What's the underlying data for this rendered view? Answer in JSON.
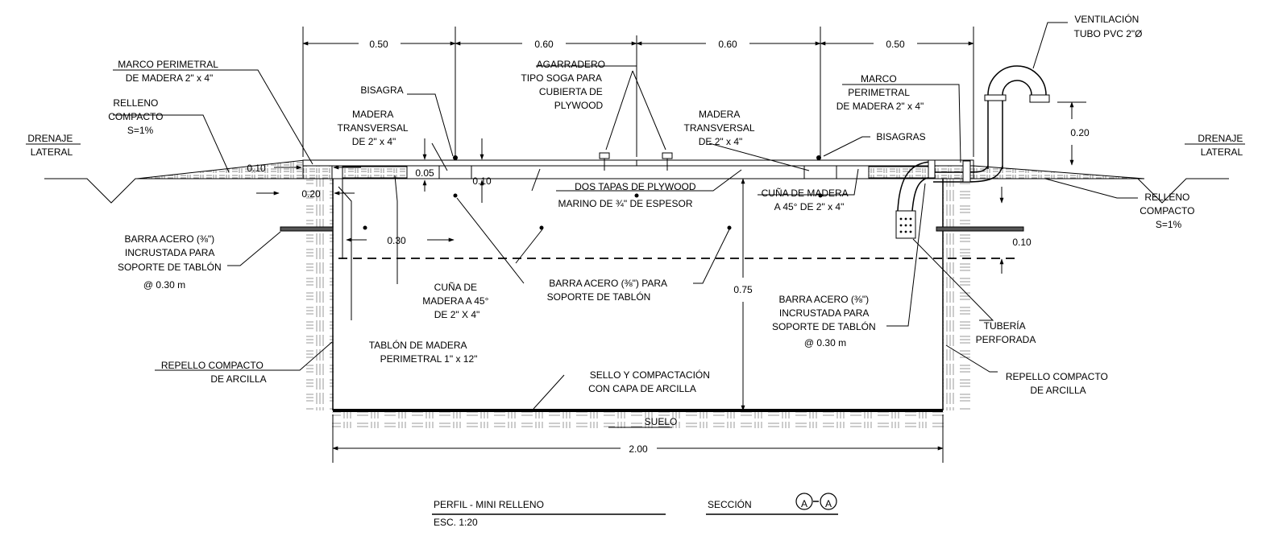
{
  "dimensions": {
    "top": [
      "0.50",
      "0.60",
      "0.60",
      "0.50"
    ],
    "overall_width": "2.00",
    "depth": "0.75",
    "frame_height": "0.05",
    "cover_gap": "0.10",
    "side_offset": "0.10",
    "bar_length": "0.20",
    "wedge_offset": "0.30",
    "water_level": "0.10",
    "pipe_height": "0.20"
  },
  "labels": {
    "ventilation": [
      "VENTILACIÓN",
      "TUBO PVC 2\"Ø"
    ],
    "frame_left": [
      "MARCO PERIMETRAL",
      "DE MADERA 2\" x 4\""
    ],
    "frame_right": [
      "MARCO",
      "PERIMETRAL",
      "DE MADERA 2\" x 4\""
    ],
    "handle": [
      "AGARRADERO",
      "TIPO SOGA PARA",
      "CUBIERTA DE",
      "PLYWOOD"
    ],
    "hinge": "BISAGRA",
    "hinges": "BISAGRAS",
    "fill_left": [
      "RELLENO",
      "COMPACTO",
      "S=1%"
    ],
    "fill_right": [
      "RELLENO",
      "COMPACTO",
      "S=1%"
    ],
    "drain_left": [
      "DRENAJE",
      "LATERAL"
    ],
    "drain_right": [
      "DRENAJE",
      "LATERAL"
    ],
    "wood_left": [
      "MADERA",
      "TRANSVERSAL",
      "DE 2\" x 4\""
    ],
    "wood_right": [
      "MADERA",
      "TRANSVERSAL",
      "DE 2\" x 4\""
    ],
    "plywood": [
      "DOS TAPAS DE PLYWOOD",
      "MARINO DE ¾\" DE ESPESOR"
    ],
    "wedge_right": [
      "CUÑA DE MADERA",
      "A 45° DE 2\" x 4\""
    ],
    "bar_left": [
      "BARRA ACERO (⅜\")",
      "INCRUSTADA PARA",
      "SOPORTE DE TABLÓN",
      "@ 0.30 m"
    ],
    "bar_right": [
      "BARRA ACERO (⅜\")",
      "INCRUSTADA PARA",
      "SOPORTE DE TABLÓN",
      "@ 0.30 m"
    ],
    "wedge_left": [
      "CUÑA DE",
      "MADERA A 45°",
      "DE 2\" X 4\""
    ],
    "bar_center": [
      "BARRA ACERO (⅜\") PARA",
      "SOPORTE DE TABLÓN"
    ],
    "plank": [
      "TABLÓN DE MADERA",
      "PERIMETRAL 1\" x 12\""
    ],
    "render_left": [
      "REPELLO COMPACTO",
      "DE ARCILLA"
    ],
    "render_right": [
      "REPELLO COMPACTO",
      "DE ARCILLA"
    ],
    "seal": [
      "SELLO Y COMPACTACIÓN",
      "CON CAPA DE ARCILLA"
    ],
    "pipe": [
      "TUBERÍA",
      "PERFORADA"
    ],
    "soil": "SUELO"
  },
  "title": {
    "profile": "PERFIL - MINI RELLENO",
    "scale": "ESC. 1:20",
    "section": "SECCIÓN",
    "section_mark": "A"
  }
}
